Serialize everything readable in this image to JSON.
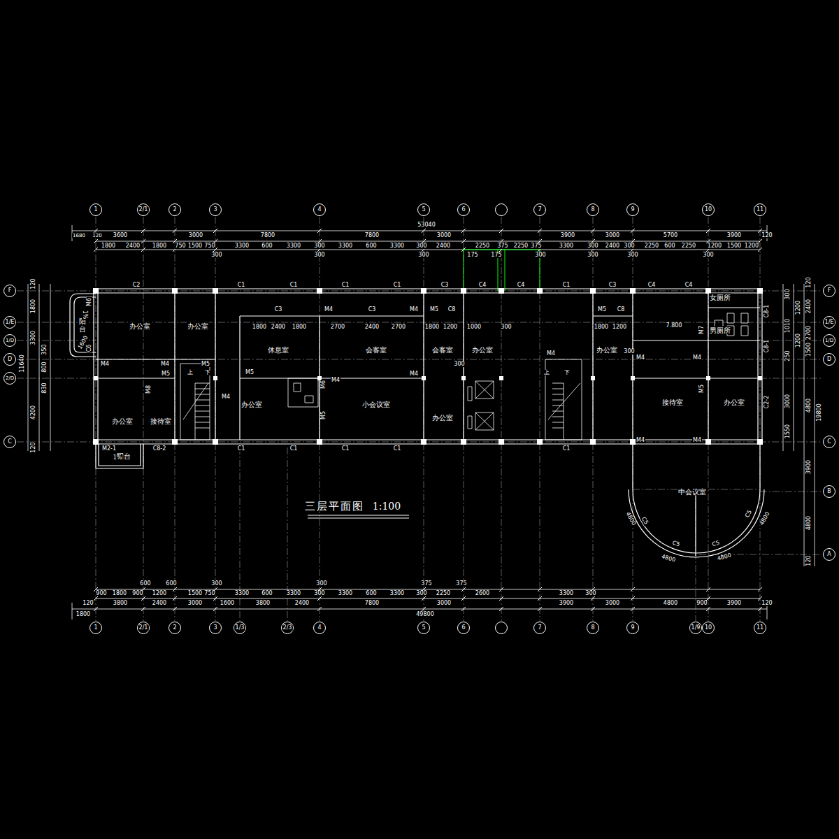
{
  "diagram": {
    "title": "三层平面图",
    "nodes": [
      {
        "text": [
          "办公室"
        ]
      },
      {
        "text": [
          "办公室"
        ]
      },
      {
        "text": [
          "休息室"
        ]
      },
      {
        "text": [
          "会客室"
        ]
      },
      {
        "text": [
          "会客室"
        ]
      },
      {
        "text": [
          "办公室"
        ]
      },
      {
        "text": [
          "办公室"
        ]
      },
      {
        "text": [
          "女厕所"
        ]
      },
      {
        "text": [
          "男厕所"
        ]
      },
      {
        "text": [
          "办公室"
        ]
      },
      {
        "text": [
          "接待室"
        ]
      },
      {
        "text": [
          "办公室"
        ]
      },
      {
        "text": [
          "小会议室"
        ]
      },
      {
        "text": [
          "办公室"
        ]
      },
      {
        "text": [
          "接待室"
        ]
      },
      {
        "text": [
          "办公室"
        ]
      },
      {
        "text": [
          "中会议室"
        ]
      },
      {
        "text": [
          "阳台"
        ]
      },
      {
        "text": [
          "阳台"
        ]
      }
    ],
    "labels": [
      "1",
      "2/1",
      "2",
      "3",
      "4",
      "5",
      "6",
      "7",
      "8",
      "9",
      "10",
      "11",
      "1",
      "2/1",
      "2",
      "3",
      "1/3",
      "2/3",
      "4",
      "5",
      "6",
      "7",
      "8",
      "9",
      "1/9",
      "10",
      "11",
      "F",
      "1/E",
      "1/D",
      "D",
      "2/D",
      "C",
      "F",
      "1/E",
      "1/D",
      "D",
      "C",
      "B",
      "A",
      "1680",
      "120",
      "3600",
      "3000",
      "7800",
      "7800",
      "3000",
      "3900",
      "3000",
      "5700",
      "3900",
      "120",
      "53040",
      "1800",
      "2400",
      "1800",
      "750",
      "1500",
      "750",
      "3300",
      "600",
      "3300",
      "300",
      "3300",
      "600",
      "3300",
      "300",
      "2400",
      "2250",
      "375",
      "2250",
      "375",
      "3300",
      "300",
      "2400",
      "300",
      "2250",
      "600",
      "2250",
      "1200",
      "1500",
      "1200",
      "300",
      "300",
      "300",
      "175",
      "175",
      "300",
      "300",
      "300",
      "300",
      "600",
      "600",
      "300",
      "300",
      "375",
      "375",
      "900",
      "1800",
      "900",
      "1200",
      "1500",
      "750",
      "3300",
      "600",
      "3300",
      "300",
      "3300",
      "600",
      "3300",
      "300",
      "2250",
      "2600",
      "3300",
      "300",
      "120",
      "3800",
      "2400",
      "3000",
      "1600",
      "3800",
      "2400",
      "7800",
      "3000",
      "3900",
      "3000",
      "4800",
      "900",
      "3900",
      "120",
      "1800",
      "49800",
      "120",
      "1800",
      "3300",
      "11640",
      "350",
      "800",
      "830",
      "4200",
      "120",
      "300",
      "1010",
      "250",
      "3000",
      "1550",
      "1200",
      "1200",
      "120",
      "2400",
      "2700",
      "1500",
      "4800",
      "3900",
      "4800",
      "120",
      "19800",
      "C2",
      "C1",
      "C1",
      "C1",
      "C1",
      "C3",
      "C4",
      "C4",
      "C1",
      "C3",
      "C4",
      "C4",
      "C3",
      "M4",
      "C3",
      "M4",
      "M5",
      "C8",
      "M5",
      "C8",
      "1800",
      "2400",
      "1800",
      "2700",
      "2400",
      "2700",
      "1800",
      "1200",
      "1000",
      "1800",
      "1200",
      "300",
      "300",
      "300",
      "M6",
      "C6",
      "M4",
      "M4",
      "M5",
      "M5",
      "M8",
      "M5",
      "M4",
      "M6",
      "M5",
      "M4",
      "M4",
      "M4",
      "M4",
      "M4",
      "M7",
      "M5",
      "M4",
      "M4",
      "M2-1",
      "C8-2",
      "C1",
      "C1",
      "C1",
      "C1",
      "C1",
      "C8-1",
      "C8-1",
      "C2-2",
      "C5",
      "C5",
      "C5",
      "C5",
      "4800",
      "4800",
      "4800",
      "4800",
      "上",
      "下",
      "上",
      "下",
      "7.800",
      "1%",
      "1600",
      "1%",
      "1:100"
    ]
  }
}
